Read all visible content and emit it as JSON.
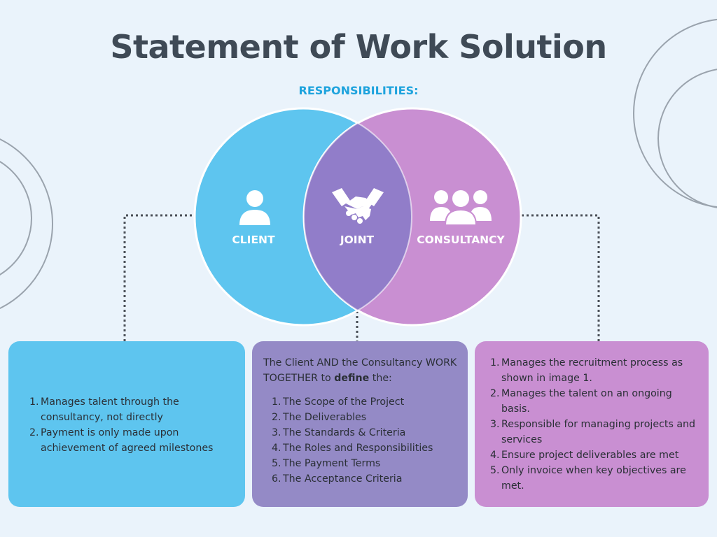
{
  "title": "Statement of Work Solution",
  "subtitle": "RESPONSIBILITIES:",
  "colors": {
    "background": "#eaf3fb",
    "client": "#5ec5ef",
    "joint": "#948ac6",
    "consultancy": "#c98fd2",
    "title": "#3f4a56",
    "accent": "#1ea3dd"
  },
  "venn": {
    "client": {
      "label": "CLIENT",
      "icon": "user-icon"
    },
    "joint": {
      "label": "JOINT",
      "icon": "handshake-icon"
    },
    "consultancy": {
      "label": "CONSULTANCY",
      "icon": "group-icon"
    }
  },
  "client_box": {
    "items": [
      "Manages talent through the consultancy, not directly",
      "Payment is only made upon achievement of agreed milestones"
    ]
  },
  "joint_box": {
    "intro_prefix": "The Client AND the Consultancy WORK TOGETHER to ",
    "intro_bold": "define",
    "intro_suffix": " the:",
    "items": [
      "The Scope of the Project",
      "The Deliverables",
      "The Standards & Criteria",
      "The Roles and Responsibilities",
      "The Payment Terms",
      "The Acceptance Criteria"
    ]
  },
  "consultancy_box": {
    "items": [
      "Manages the recruitment process as shown in image 1.",
      "Manages the talent on an ongoing basis.",
      "Responsible for managing projects and services",
      "Ensure project deliverables are met",
      "Only invoice when key objectives are met."
    ]
  }
}
